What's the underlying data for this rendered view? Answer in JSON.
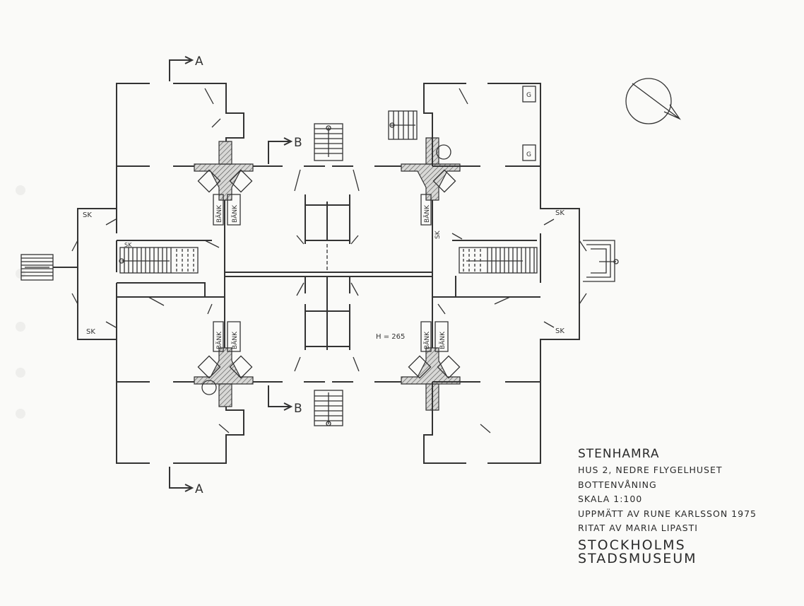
{
  "title_block": {
    "name": "STENHAMRA",
    "building": "HUS 2, NEDRE FLYGELHUSET",
    "floor": "BOTTENVÅNING",
    "scale": "SKALA 1:100",
    "measured": "UPPMÄTT AV RUNE KARLSSON 1975",
    "drawn": "RITAT AV MARIA LIPASTI",
    "institution": "STOCKHOLMS STADSMUSEUM"
  },
  "section_markers": {
    "a_top": "A",
    "a_bottom": "A",
    "b_top": "B",
    "b_bottom": "B"
  },
  "room_labels": {
    "sk": "SK",
    "bench": "BÄNK",
    "g": "G",
    "height": "H = 265"
  }
}
